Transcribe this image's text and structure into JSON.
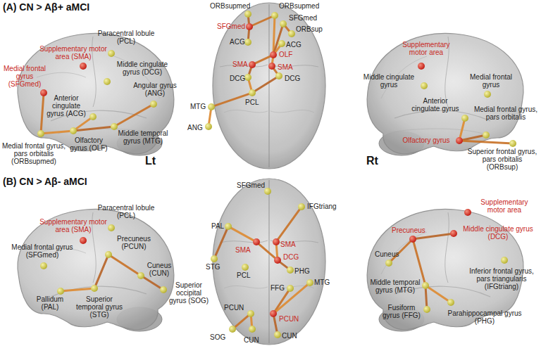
{
  "diagram": {
    "nodes": [
      {
        "text": [
          "Supplementary motor area (SMA)"
        ]
      },
      {
        "text": [
          "Paracentral lobule (PCL)"
        ]
      },
      {
        "text": [
          "Middle cingulate gyrus (DCG)"
        ]
      },
      {
        "text": [
          "Medial frontal gyrus (SFGmed)"
        ]
      },
      {
        "text": [
          "Anterior cingulate gyrus (ACG)"
        ]
      },
      {
        "text": [
          "Angular gyrus (ANG)"
        ]
      },
      {
        "text": [
          "Middle temporal gyrus (MTG)"
        ]
      },
      {
        "text": [
          "Olfactory gyrus (OLF)"
        ]
      },
      {
        "text": [
          "Medial frontal gyrus, pars orbitalis (ORBsupmed)"
        ]
      },
      {
        "text": [
          "ORBsupmed"
        ]
      },
      {
        "text": [
          "ORBsupmed"
        ]
      },
      {
        "text": [
          "SFGmed"
        ]
      },
      {
        "text": [
          "ORBsup"
        ]
      },
      {
        "text": [
          "SFGmed"
        ]
      },
      {
        "text": [
          "ACG"
        ]
      },
      {
        "text": [
          "ACG"
        ]
      },
      {
        "text": [
          "OLF"
        ]
      },
      {
        "text": [
          "SMA"
        ]
      },
      {
        "text": [
          "SMA"
        ]
      },
      {
        "text": [
          "DCG"
        ]
      },
      {
        "text": [
          "DCG"
        ]
      },
      {
        "text": [
          "PCL"
        ]
      },
      {
        "text": [
          "MTG"
        ]
      },
      {
        "text": [
          "ANG"
        ]
      },
      {
        "text": [
          "Supplementary motor area"
        ]
      },
      {
        "text": [
          "Middle cingulate gyrus"
        ]
      },
      {
        "text": [
          "Medial frontal gyrus"
        ]
      },
      {
        "text": [
          "Anterior cingulate gyrus"
        ]
      },
      {
        "text": [
          "Medial frontal gyrus, pars orbitalis"
        ]
      },
      {
        "text": [
          "Olfactory gyrus"
        ]
      },
      {
        "text": [
          "Superior frontal gyrus, pars orbitalis (ORBsup)"
        ]
      },
      {
        "text": [
          "Supplementary motor area (SMA)"
        ]
      },
      {
        "text": [
          "Paracentral lobule (PCL)"
        ]
      },
      {
        "text": [
          "Precuneus (PCUN)"
        ]
      },
      {
        "text": [
          "Medial frontal gyrus (SFGmed)"
        ]
      },
      {
        "text": [
          "Cuneus (CUN)"
        ]
      },
      {
        "text": [
          "Superior occipital gyrus (SOG)"
        ]
      },
      {
        "text": [
          "Pallidum (PAL)"
        ]
      },
      {
        "text": [
          "Superior temporal gyrus (STG)"
        ]
      },
      {
        "text": [
          "SFGmed"
        ]
      },
      {
        "text": [
          "IFGtriang"
        ]
      },
      {
        "text": [
          "PAL"
        ]
      },
      {
        "text": [
          "SMA"
        ]
      },
      {
        "text": [
          "SMA"
        ]
      },
      {
        "text": [
          "DCG"
        ]
      },
      {
        "text": [
          "STG"
        ]
      },
      {
        "text": [
          "PCL"
        ]
      },
      {
        "text": [
          "PHG"
        ]
      },
      {
        "text": [
          "FFG"
        ]
      },
      {
        "text": [
          "MTG"
        ]
      },
      {
        "text": [
          "PCUN"
        ]
      },
      {
        "text": [
          "PCUN"
        ]
      },
      {
        "text": [
          "SOG"
        ]
      },
      {
        "text": [
          "CUN"
        ]
      },
      {
        "text": [
          "CUN"
        ]
      },
      {
        "text": [
          "Supplementary motor area"
        ]
      },
      {
        "text": [
          "Precuneus"
        ]
      },
      {
        "text": [
          "Middle cingulate gyrus (DCG)"
        ]
      },
      {
        "text": [
          "Cuneus"
        ]
      },
      {
        "text": [
          "Middle temporal gyrus (MTG)"
        ]
      },
      {
        "text": [
          "Inferior frontal gyrus, pars triangularis (IFGtriang)"
        ]
      },
      {
        "text": [
          "Fusiform gyrus (FFG)"
        ]
      },
      {
        "text": [
          "Parahippocampal gyrus (PHG)"
        ]
      }
    ],
    "edges": [
      {
        "from": 3,
        "to": 8,
        "arrow": "none"
      },
      {
        "from": 8,
        "to": 7,
        "arrow": "none"
      },
      {
        "from": 7,
        "to": 6,
        "arrow": "none"
      },
      {
        "from": 6,
        "to": 5,
        "arrow": "none"
      },
      {
        "from": 4,
        "to": 7,
        "arrow": "none"
      },
      {
        "from": 9,
        "to": 13,
        "arrow": "none"
      },
      {
        "from": 13,
        "to": 10,
        "arrow": "none"
      },
      {
        "from": 10,
        "to": 16,
        "arrow": "none"
      },
      {
        "from": 11,
        "to": 16,
        "arrow": "none"
      },
      {
        "from": 11,
        "to": 12,
        "arrow": "none"
      },
      {
        "from": 15,
        "to": 16,
        "arrow": "none"
      },
      {
        "from": 13,
        "to": 14,
        "arrow": "none"
      },
      {
        "from": 16,
        "to": 17,
        "arrow": "none"
      },
      {
        "from": 16,
        "to": 18,
        "arrow": "none"
      },
      {
        "from": 17,
        "to": 19,
        "arrow": "none"
      },
      {
        "from": 18,
        "to": 20,
        "arrow": "none"
      },
      {
        "from": 19,
        "to": 21,
        "arrow": "none"
      },
      {
        "from": 20,
        "to": 21,
        "arrow": "none"
      },
      {
        "from": 21,
        "to": 22,
        "arrow": "none"
      },
      {
        "from": 22,
        "to": 23,
        "arrow": "none"
      },
      {
        "from": 29,
        "to": 28,
        "arrow": "none"
      },
      {
        "from": 29,
        "to": 30,
        "arrow": "none"
      },
      {
        "from": 29,
        "to": 27,
        "arrow": "none"
      },
      {
        "from": 38,
        "to": 33,
        "arrow": "none"
      },
      {
        "from": 33,
        "to": 35,
        "arrow": "none"
      },
      {
        "from": 37,
        "to": 38,
        "arrow": "none"
      },
      {
        "from": 35,
        "to": 36,
        "arrow": "none"
      },
      {
        "from": 40,
        "to": 43,
        "arrow": "none"
      },
      {
        "from": 41,
        "to": 42,
        "arrow": "none"
      },
      {
        "from": 45,
        "to": 41,
        "arrow": "none"
      },
      {
        "from": 42,
        "to": 44,
        "arrow": "none"
      },
      {
        "from": 43,
        "to": 44,
        "arrow": "none"
      },
      {
        "from": 44,
        "to": 47,
        "arrow": "none"
      },
      {
        "from": 50,
        "to": 52,
        "arrow": "none"
      },
      {
        "from": 50,
        "to": 53,
        "arrow": "none"
      },
      {
        "from": 51,
        "to": 54,
        "arrow": "none"
      },
      {
        "from": 51,
        "to": 48,
        "arrow": "none"
      },
      {
        "from": 51,
        "to": 49,
        "arrow": "none"
      },
      {
        "from": 56,
        "to": 57,
        "arrow": "none"
      },
      {
        "from": 56,
        "to": 59,
        "arrow": "none"
      },
      {
        "from": 59,
        "to": 62,
        "arrow": "none"
      },
      {
        "from": 59,
        "to": 61,
        "arrow": "none"
      },
      {
        "from": 58,
        "to": 56,
        "arrow": "none"
      }
    ],
    "labels": [
      "(A) CN > Aβ+ aMCI",
      "Lt",
      "Rt",
      "(B) CN > Aβ- aMCI"
    ]
  }
}
